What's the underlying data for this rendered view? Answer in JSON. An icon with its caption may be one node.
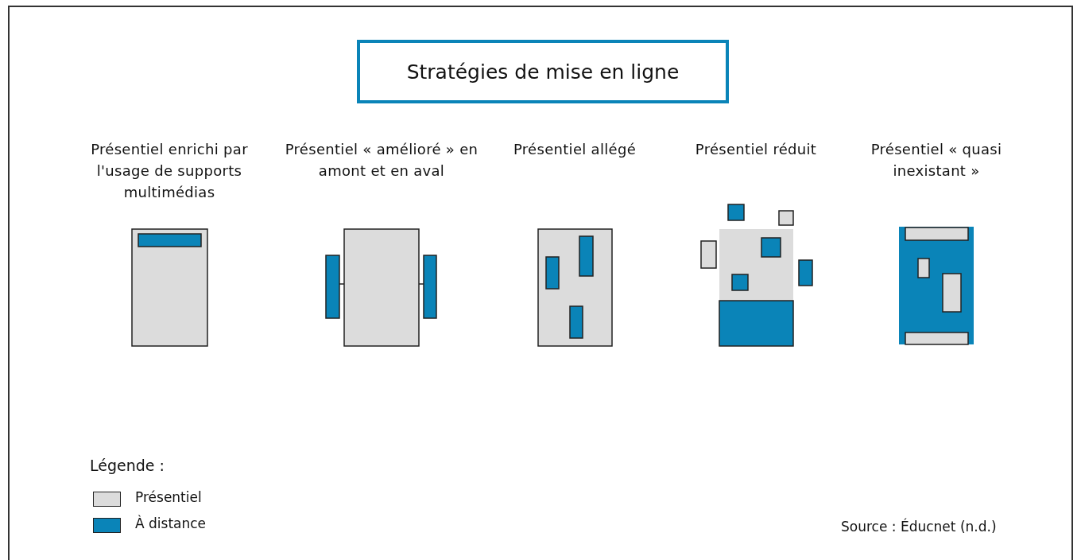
{
  "diagram": {
    "title": "Stratégies de mise en ligne",
    "labels": [
      "Présentiel enrichi par l'usage de supports multimédias",
      "Présentiel « amélioré » en amont et en aval",
      "Présentiel allégé",
      "Présentiel réduit",
      "Présentiel « quasi inexistant »",
      "Légende :",
      "Source : Éducnet (n.d.)"
    ],
    "legend": [
      {
        "text": "Présentiel",
        "color": "#dcdcdc"
      },
      {
        "text": "À distance",
        "color": "#0a84b8"
      }
    ]
  }
}
